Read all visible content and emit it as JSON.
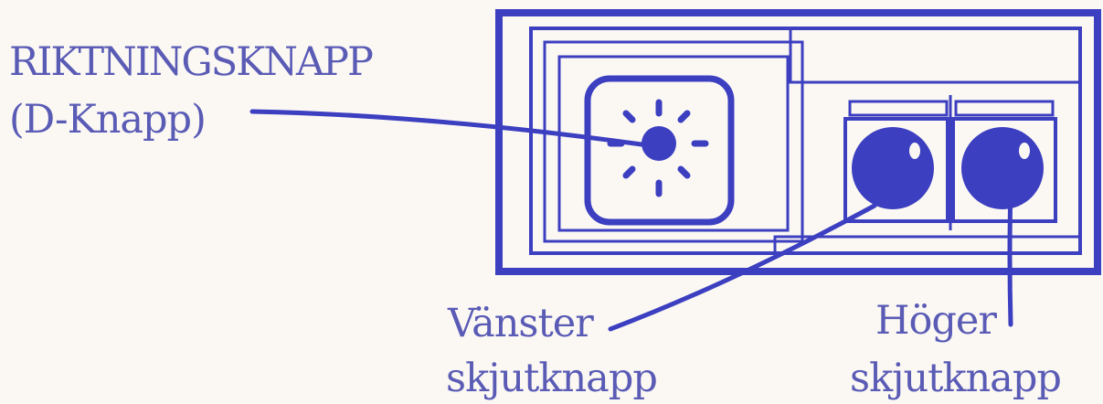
{
  "labels": {
    "dpad_line1": "RIKTNINGSKNAPP",
    "dpad_line2": "(D-Knapp)",
    "left_line1": "Vänster",
    "left_line2": "skjutknapp",
    "right_line1": "Höger",
    "right_line2": "skjutknapp"
  },
  "colors": {
    "ink": "#3c3fc0",
    "text": "#5a5bb5",
    "background": "#fbf8f4"
  },
  "icons": {
    "dpad": "d-pad-sunburst-icon",
    "fire_buttons": "round-button-icon"
  }
}
